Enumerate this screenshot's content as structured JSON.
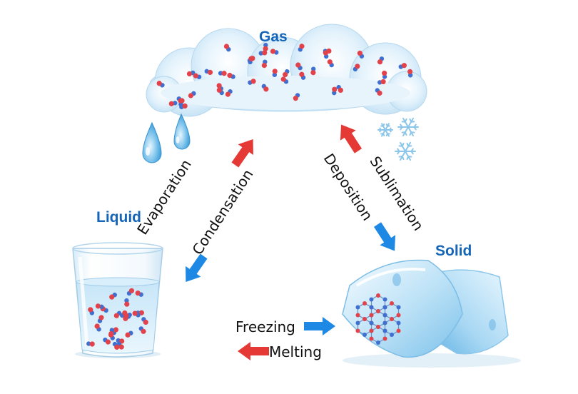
{
  "states": {
    "gas": "Gas",
    "liquid": "Liquid",
    "solid": "Solid"
  },
  "processes": {
    "evaporation": "Evaporation",
    "condensation": "Condensation",
    "sublimation": "Sublimation",
    "deposition": "Deposition",
    "freezing": "Freezing",
    "melting": "Melting"
  },
  "colors": {
    "state_label": "#1565b8",
    "arrow_red": "#e53935",
    "arrow_blue": "#1e88e5",
    "molecule_red": "#e2434b",
    "molecule_blue": "#3f6fd1",
    "cloud": "#dbeefa",
    "ice": "#bfe3f7"
  },
  "icons": [
    "cloud-icon",
    "water-drop-icon",
    "snowflake-icon",
    "glass-of-water-icon",
    "ice-cube-icon"
  ]
}
